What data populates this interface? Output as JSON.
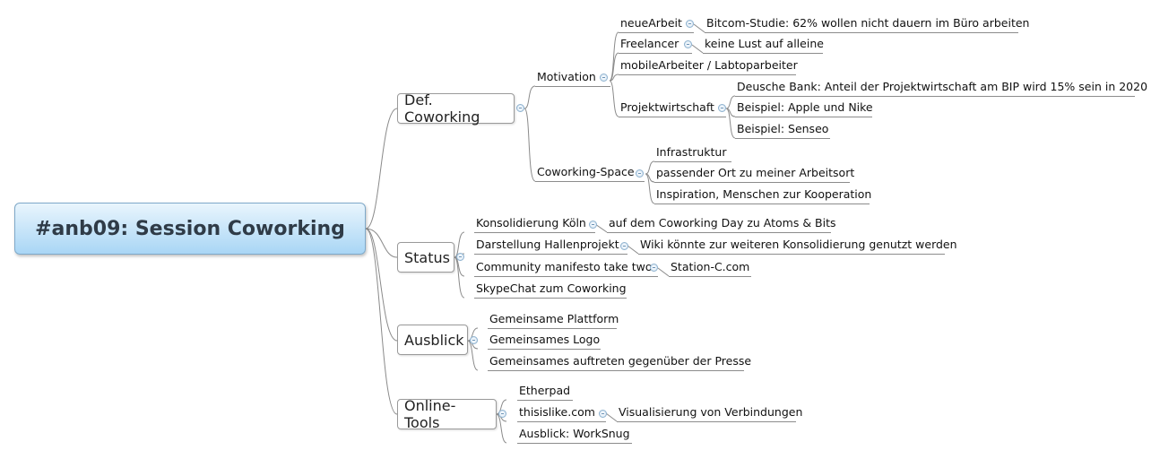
{
  "root": {
    "title": "#anb09: Session Coworking"
  },
  "def": {
    "label": "Def. Coworking",
    "motivation": {
      "label": "Motivation",
      "neue": {
        "label": "neueArbeit",
        "child": "Bitcom-Studie: 62% wollen nicht dauern im Büro arbeiten"
      },
      "free": {
        "label": "Freelancer",
        "child": "keine Lust auf alleine"
      },
      "mobile": "mobileArbeiter / Labtoparbeiter",
      "projekt": {
        "label": "Projektwirtschaft",
        "children": [
          "Deusche Bank: Anteil der Projektwirtschaft am BIP wird 15% sein in 2020",
          "Beispiel: Apple und Nike",
          "Beispiel: Senseo"
        ]
      }
    },
    "space": {
      "label": "Coworking-Space",
      "children": [
        "Infrastruktur",
        "passender Ort zu meiner Arbeitsort",
        "Inspiration, Menschen zur Kooperation"
      ]
    }
  },
  "status": {
    "label": "Status",
    "items": [
      {
        "label": "Konsolidierung Köln",
        "child": "auf dem Coworking Day zu Atoms & Bits"
      },
      {
        "label": "Darstellung Hallenprojekt",
        "child": "Wiki könnte zur weiteren Konsolidierung genutzt werden"
      },
      {
        "label": "Community manifesto take two",
        "child": "Station-C.com"
      },
      {
        "label": "SkypeChat zum Coworking"
      }
    ]
  },
  "ausblick": {
    "label": "Ausblick",
    "items": [
      "Gemeinsame Plattform",
      "Gemeinsames Logo",
      "Gemeinsames auftreten gegenüber der Presse"
    ]
  },
  "tools": {
    "label": "Online-Tools",
    "items": [
      {
        "label": "Etherpad"
      },
      {
        "label": "thisislike.com",
        "child": "Visualisierung von Verbindungen"
      },
      {
        "label": "Ausblick: WorkSnug"
      }
    ]
  }
}
